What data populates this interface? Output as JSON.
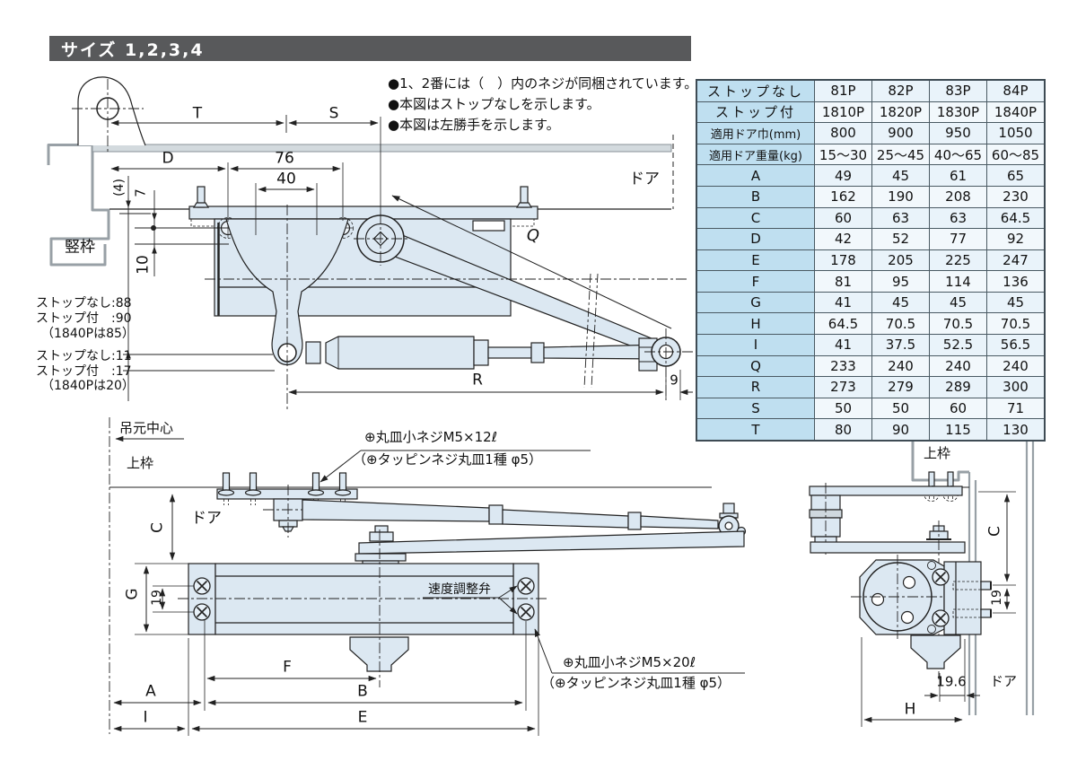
{
  "title": "サイズ 1,2,3,4",
  "notes": [
    "●1、2番には（　）内のネジが同梱されています。",
    "●本図はストップなしを示します。",
    "●本図は左勝手を示します。"
  ],
  "colors": {
    "accent_table_label": "#bfdff0",
    "accent_table_value": "#e9f3fa",
    "body_fill": "#dce8f2",
    "titlebar": "#58595b"
  },
  "spec_table": {
    "rows": [
      {
        "label": "ストップなし",
        "values": [
          "81P",
          "82P",
          "83P",
          "84P"
        ]
      },
      {
        "label": "ストップ付",
        "values": [
          "1810P",
          "1820P",
          "1830P",
          "1840P"
        ]
      },
      {
        "label": "適用ドア巾(mm)",
        "values": [
          "800",
          "900",
          "950",
          "1050"
        ]
      },
      {
        "label": "適用ドア重量(kg)",
        "values": [
          "15～30",
          "25～45",
          "40～65",
          "60～85"
        ]
      },
      {
        "label": "A",
        "values": [
          "49",
          "45",
          "61",
          "65"
        ]
      },
      {
        "label": "B",
        "values": [
          "162",
          "190",
          "208",
          "230"
        ]
      },
      {
        "label": "C",
        "values": [
          "60",
          "63",
          "63",
          "64.5"
        ]
      },
      {
        "label": "D",
        "values": [
          "42",
          "52",
          "77",
          "92"
        ]
      },
      {
        "label": "E",
        "values": [
          "178",
          "205",
          "225",
          "247"
        ]
      },
      {
        "label": "F",
        "values": [
          "81",
          "95",
          "114",
          "136"
        ]
      },
      {
        "label": "G",
        "values": [
          "41",
          "45",
          "45",
          "45"
        ]
      },
      {
        "label": "H",
        "values": [
          "64.5",
          "70.5",
          "70.5",
          "70.5"
        ]
      },
      {
        "label": "I",
        "values": [
          "41",
          "37.5",
          "52.5",
          "56.5"
        ]
      },
      {
        "label": "Q",
        "values": [
          "233",
          "240",
          "240",
          "240"
        ]
      },
      {
        "label": "R",
        "values": [
          "273",
          "279",
          "289",
          "300"
        ]
      },
      {
        "label": "S",
        "values": [
          "50",
          "50",
          "60",
          "71"
        ]
      },
      {
        "label": "T",
        "values": [
          "80",
          "90",
          "115",
          "130"
        ]
      }
    ]
  },
  "top_view": {
    "dim_t": "T",
    "dim_s": "S",
    "dim_d": "D",
    "dim_76": "76",
    "dim_40": "40",
    "dim_4": "(4)",
    "dim_7": "7",
    "dim_10": "10",
    "dim_q": "Q",
    "dim_r": "R",
    "dim_9": "9",
    "label_door": "ドア",
    "label_frame": "竪枠",
    "stop_none_88": "ストップなし:88",
    "stop_with_90": "ストップ付　:90",
    "note_1840_85": "（1840Pは85）",
    "stop_none_11": "ストップなし:11",
    "stop_with_17": "ストップ付　:17",
    "note_1840_20": "（1840Pは20）"
  },
  "front_view": {
    "label_hinge_center": "吊元中心",
    "label_top_frame": "上枠",
    "label_door": "ドア",
    "dim_c": "C",
    "dim_g": "G",
    "dim_19": "19",
    "dim_f": "F",
    "dim_a": "A",
    "dim_b": "B",
    "dim_i": "I",
    "dim_e": "E",
    "label_valve": "速度調整弁",
    "screw_note_top_1": "⊕丸皿小ネジM5×12ℓ",
    "screw_note_top_2": "（⊕タッピンネジ丸皿1種 φ5）",
    "screw_note_bottom_1": "⊕丸皿小ネジM5×20ℓ",
    "screw_note_bottom_2": "（⊕タッピンネジ丸皿1種 φ5）"
  },
  "side_view": {
    "label_top_frame": "上枠",
    "label_door": "ドア",
    "dim_c": "C",
    "dim_19": "19",
    "dim_196": "19.6",
    "dim_h": "H"
  }
}
